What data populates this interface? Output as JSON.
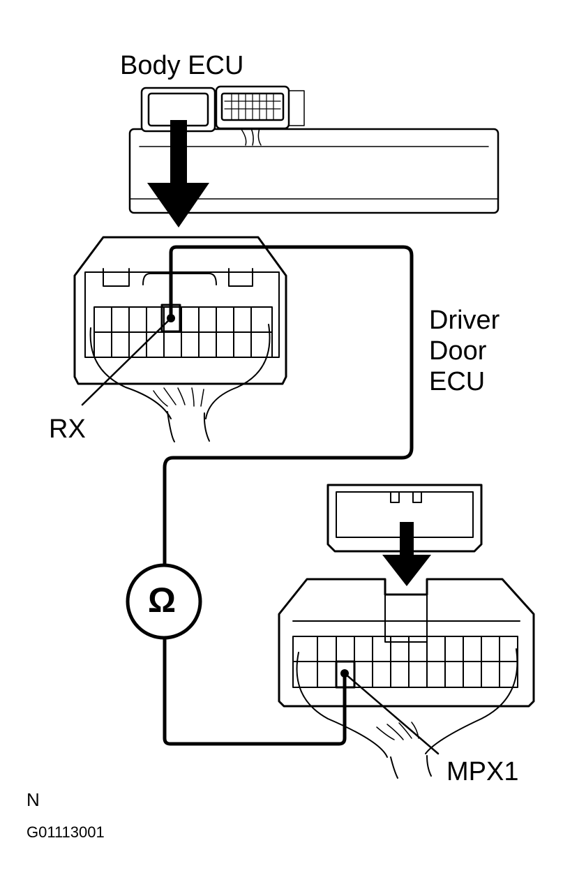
{
  "labels": {
    "body_ecu": "Body ECU",
    "driver_door_ecu_line1": "Driver",
    "driver_door_ecu_line2": "Door",
    "driver_door_ecu_line3": "ECU",
    "rx": "RX",
    "mpx1": "MPX1",
    "ohmmeter_symbol": "Ω",
    "note_letter": "N",
    "figure_code": "G01113001"
  },
  "colors": {
    "line": "#000000",
    "background": "#ffffff"
  }
}
